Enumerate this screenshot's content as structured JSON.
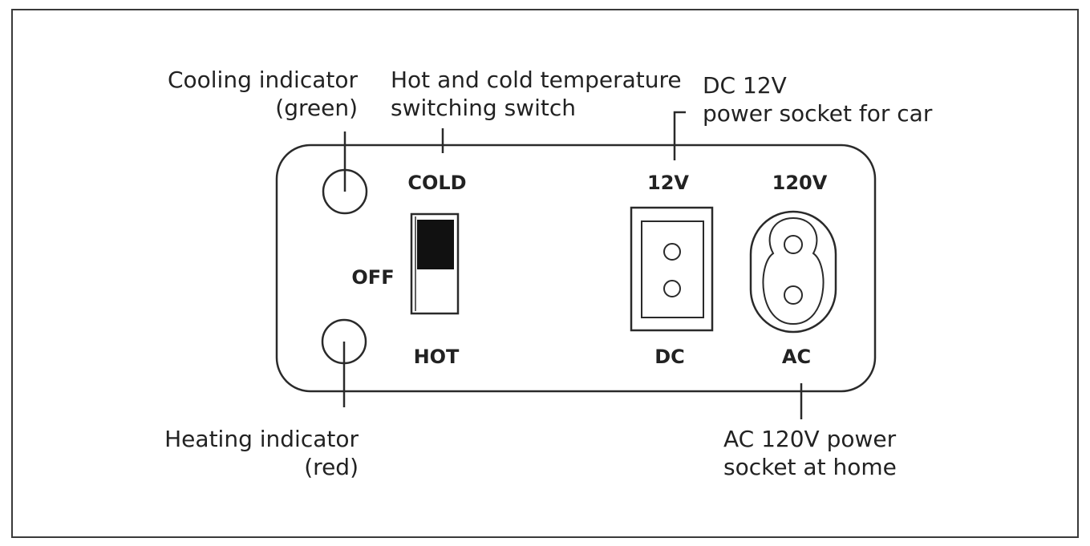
{
  "callouts": {
    "cooling_line1": "Cooling  indicator",
    "cooling_line2": "(green)",
    "switch_line1": "Hot and cold temperature",
    "switch_line2": "switching switch",
    "dc_line1": "DC 12V",
    "dc_line2": "power socket for car",
    "heating_line1": "Heating indicator",
    "heating_line2": "(red)",
    "ac_line1": "AC 120V power",
    "ac_line2": "socket at home"
  },
  "panel": {
    "switch_top_label": "COLD",
    "switch_middle_label": "OFF",
    "switch_bottom_label": "HOT",
    "dc_top_label": "12V",
    "dc_bottom_label": "DC",
    "ac_top_label": "120V",
    "ac_bottom_label": "AC"
  },
  "icons": {
    "cooling_indicator": "circle-light-icon",
    "heating_indicator": "circle-light-icon",
    "rocker_switch": "rocker-switch-icon",
    "dc_socket": "dc-socket-icon",
    "ac_socket": "figure-8-ac-socket-icon"
  }
}
